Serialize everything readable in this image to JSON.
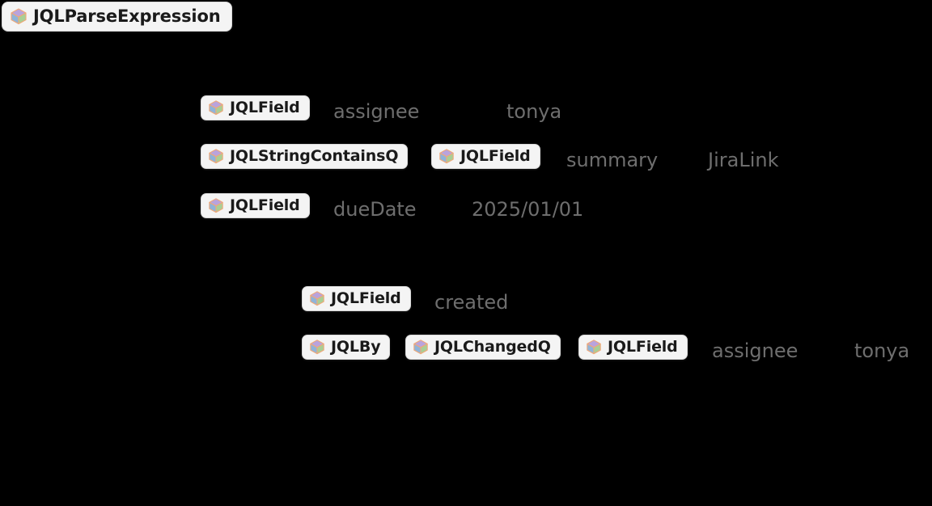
{
  "theme": {
    "background": "#000000",
    "pill_background": "#f4f4f4",
    "pill_border": "#d8d8d8",
    "pill_text": "#1a1a1a",
    "token_text": "#6e6e6e",
    "cube_top": "#b9a3dd",
    "cube_left": "#8fb4d9",
    "cube_right": "#a8cf96",
    "cube_edge": "#f0a878"
  },
  "header": {
    "pill": {
      "icon": "cube-icon",
      "label": "JQLParseExpression"
    }
  },
  "expression": {
    "rows": [
      {
        "id": "row-assignee",
        "pills": [
          {
            "icon": "cube-icon",
            "label": "JQLField"
          }
        ],
        "tokens": [
          {
            "text": "assignee",
            "kind": "field"
          },
          {
            "text": "tonya",
            "kind": "value"
          }
        ]
      },
      {
        "id": "row-summary",
        "pills": [
          {
            "icon": "cube-icon",
            "label": "JQLStringContainsQ"
          },
          {
            "icon": "cube-icon",
            "label": "JQLField"
          }
        ],
        "tokens": [
          {
            "text": "summary",
            "kind": "field"
          },
          {
            "text": "JiraLink",
            "kind": "value"
          }
        ]
      },
      {
        "id": "row-duedate",
        "pills": [
          {
            "icon": "cube-icon",
            "label": "JQLField"
          }
        ],
        "tokens": [
          {
            "text": "dueDate",
            "kind": "field"
          },
          {
            "text": "2025/01/01",
            "kind": "value"
          }
        ]
      },
      {
        "id": "row-created",
        "pills": [
          {
            "icon": "cube-icon",
            "label": "JQLField"
          }
        ],
        "tokens": [
          {
            "text": "created",
            "kind": "field"
          }
        ]
      },
      {
        "id": "row-changed-by",
        "pills": [
          {
            "icon": "cube-icon",
            "label": "JQLBy"
          },
          {
            "icon": "cube-icon",
            "label": "JQLChangedQ"
          },
          {
            "icon": "cube-icon",
            "label": "JQLField"
          }
        ],
        "tokens": [
          {
            "text": "assignee",
            "kind": "field"
          },
          {
            "text": "tonya",
            "kind": "value"
          }
        ]
      }
    ]
  }
}
